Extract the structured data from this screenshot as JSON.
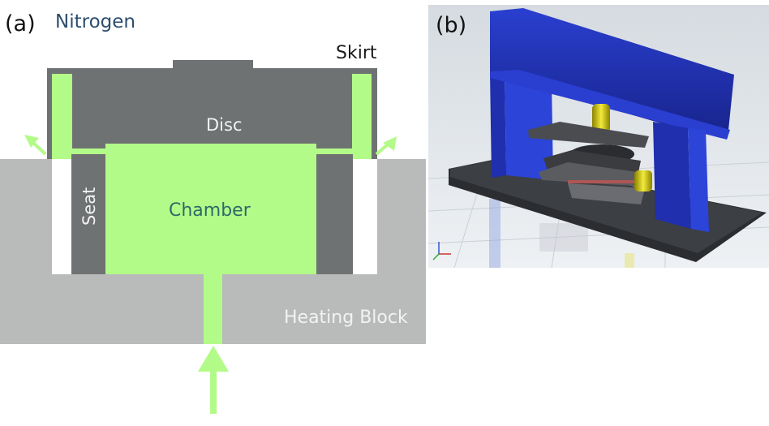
{
  "panel_a": {
    "label": "(a)",
    "nitrogen": "Nitrogen",
    "skirt": "Skirt",
    "disc": "Disc",
    "seat": "Seat",
    "chamber": "Chamber",
    "heating_block": "Heating Block"
  },
  "panel_b": {
    "label": "(b)"
  },
  "colors": {
    "nitrogen_green": "#b3fb88",
    "disc_gray": "#6f7272",
    "block_gray": "#b9baba",
    "text_blue": "#2d4e6e",
    "chamber_text": "#2d6a6a",
    "frame_blue": "#1f2fae",
    "base_black": "#2b2d30"
  }
}
